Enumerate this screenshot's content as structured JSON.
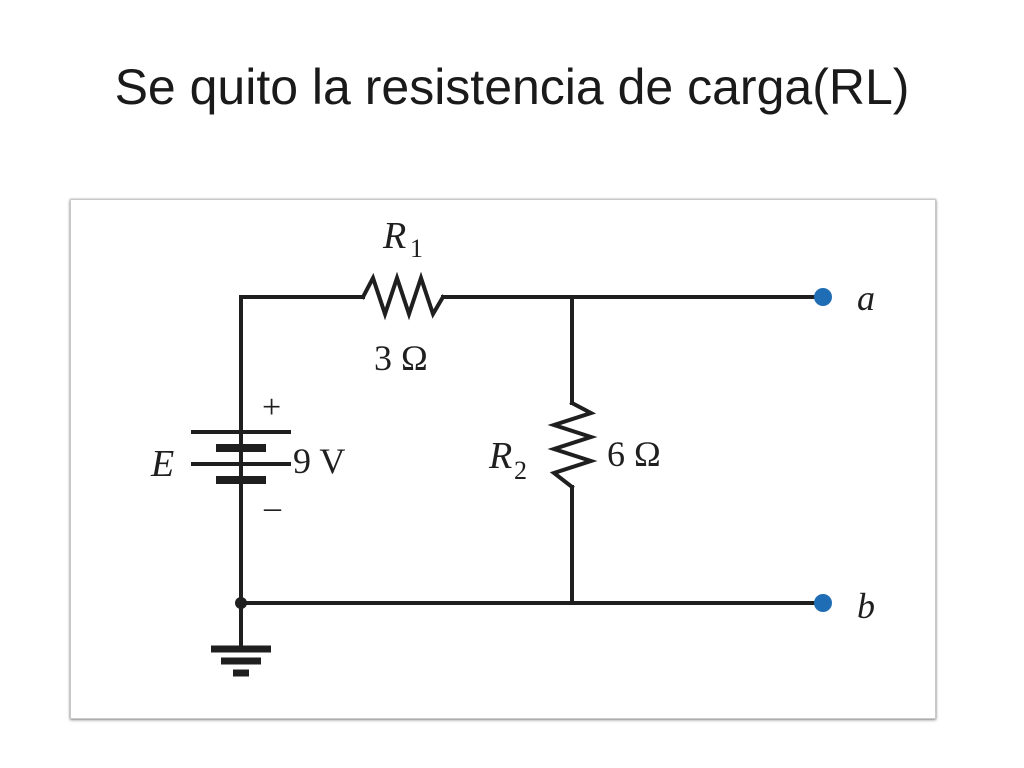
{
  "slide": {
    "title": "Se quito la resistencia de carga(RL)"
  },
  "circuit": {
    "r1": {
      "name": "R",
      "subscript": "1",
      "value": "3 Ω"
    },
    "r2": {
      "name": "R",
      "subscript": "2",
      "value": "6 Ω"
    },
    "source": {
      "name": "E",
      "value": "9 V",
      "plus": "+",
      "minus": "–"
    },
    "terminal_a": "a",
    "terminal_b": "b",
    "colors": {
      "wire": "#1f1f1f",
      "terminal": "#1f6db5"
    }
  }
}
